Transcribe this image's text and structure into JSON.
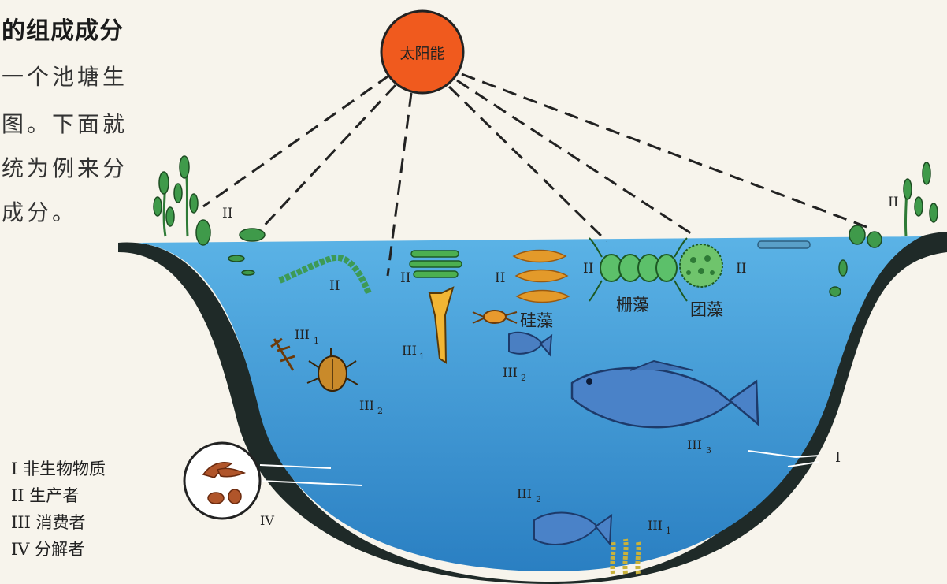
{
  "text": {
    "heading": "的组成成分",
    "lines": [
      "一个池塘生",
      "图。下面就",
      "统为例来分",
      "成分。"
    ]
  },
  "diagram": {
    "sun_label": "太阳能",
    "labels": {
      "producer": "II",
      "consumer1": "III",
      "consumer2": "III",
      "consumer3": "III",
      "sub1": "1",
      "sub2": "2",
      "sub3": "3",
      "abiotic": "I",
      "decomposer": "IV",
      "diatom": "硅藻",
      "scenedesmus": "栅藻",
      "volvox": "团藻"
    }
  },
  "legend": {
    "items": [
      "I 非生物物质",
      "II 生产者",
      "III 消费者",
      "IV 分解者"
    ]
  },
  "colors": {
    "water": "#4aa6dc",
    "water_deep": "#2f86c8",
    "bank": "#1f2a28",
    "sun": "#f05a1e",
    "plant": "#3f9a4a",
    "diatom": "#e39a2a"
  }
}
